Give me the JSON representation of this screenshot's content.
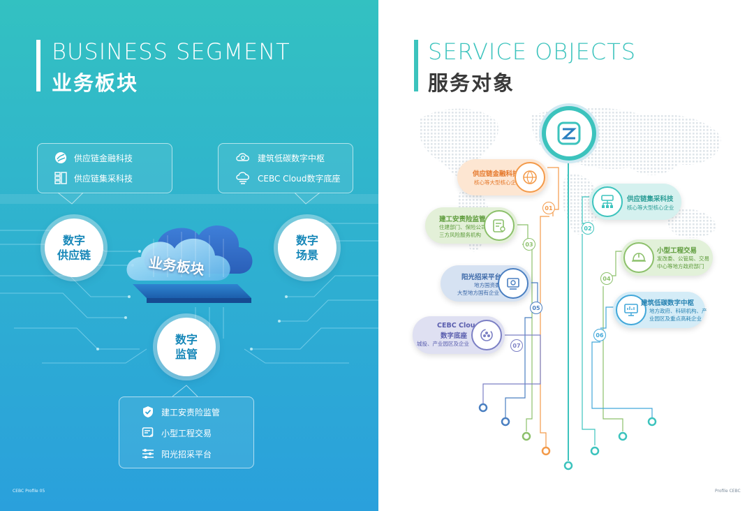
{
  "left": {
    "title_en": "BUSINESS SEGMENT",
    "title_cn": "业务板块",
    "top_left_items": [
      "供应链金融科技",
      "供应链集采科技"
    ],
    "top_right_items": [
      "建筑低碳数字中枢",
      "CEBC Cloud数字底座"
    ],
    "bubbles": {
      "supply_chain": [
        "数字",
        "供应链"
      ],
      "scenario": [
        "数字",
        "场景"
      ],
      "supervision": [
        "数字",
        "监管"
      ]
    },
    "cloud_label": "业务板块",
    "bottom_items": [
      "建工安责险监管",
      "小型工程交易",
      "阳光招采平台"
    ],
    "footer": "CEBC Profile 05"
  },
  "right": {
    "title_en": "SERVICE OBJECTS",
    "title_cn": "服务对象",
    "services": [
      {
        "num": "01",
        "title": "供应链金融科技",
        "desc": [
          "核心等大型核心企业"
        ]
      },
      {
        "num": "02",
        "title": "供应链集采科技",
        "desc": [
          "核心等大型核心企业"
        ]
      },
      {
        "num": "03",
        "title": "建工安责险监管",
        "desc": [
          "住建部门、保险公司",
          "三方风险服务机构"
        ]
      },
      {
        "num": "04",
        "title": "小型工程交易",
        "desc": [
          "发改委、公管局、交易",
          "中心等地方政府部门"
        ]
      },
      {
        "num": "05",
        "title": "阳光招采平台",
        "desc": [
          "地方国资委",
          "大型地方国有企业"
        ]
      },
      {
        "num": "06",
        "title": "建筑低碳数字中枢",
        "desc": [
          "地方政府、科研机构、产",
          "业园区及重点高耗企业"
        ]
      },
      {
        "num": "07",
        "title": "CEBC Cloud",
        "title2": "数字底座",
        "desc": [
          "城投、产业园区及企业"
        ]
      }
    ],
    "footer": "Profile CEBC"
  },
  "colors": {
    "teal": "#3cc3bd",
    "orange": "#f39a4a",
    "green": "#8cc06b",
    "blue": "#4a7fc1",
    "purple": "#7b7fc4",
    "sky": "#41a7d9"
  }
}
